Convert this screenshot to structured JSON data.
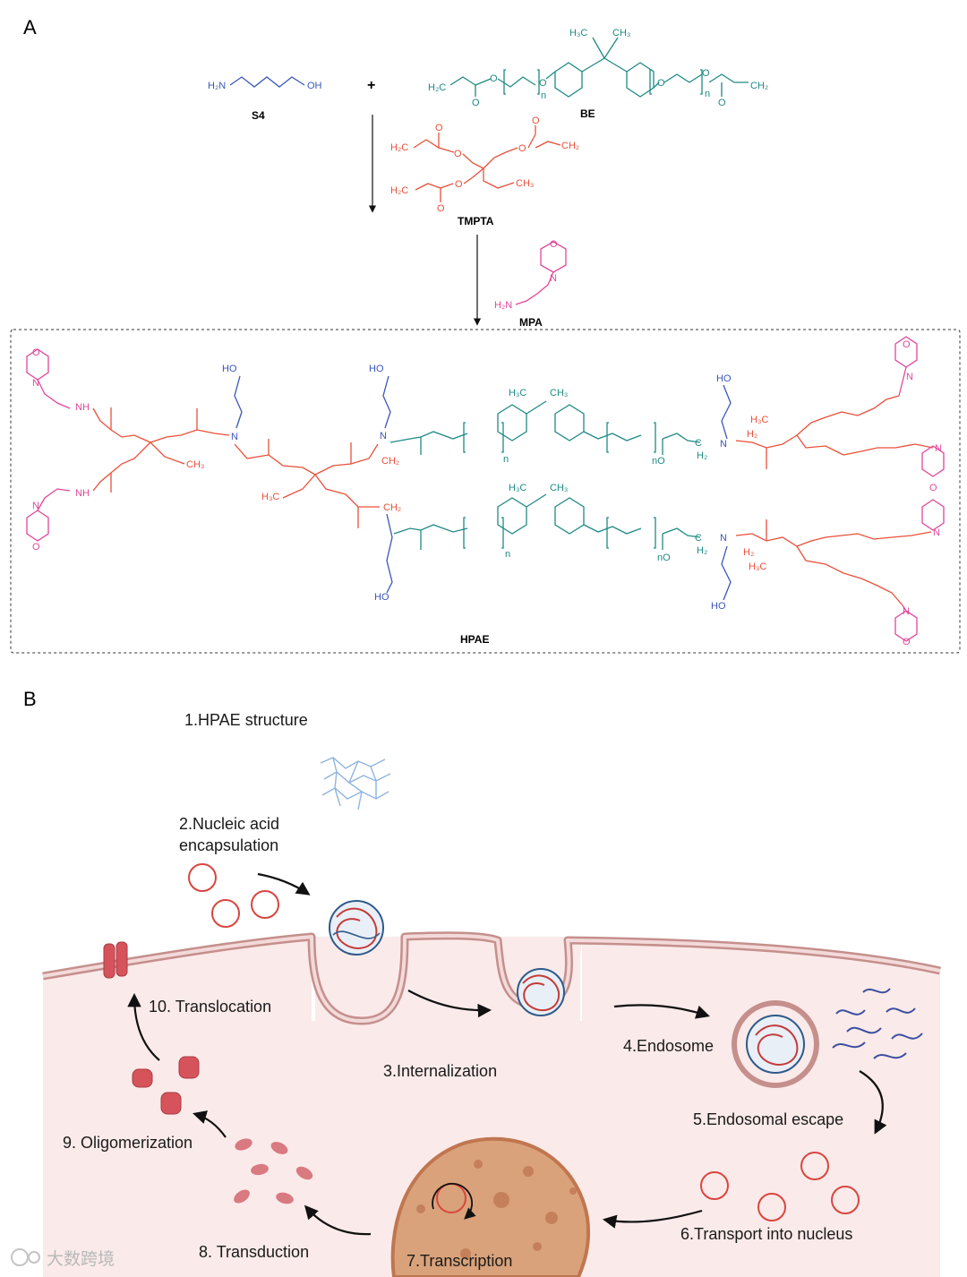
{
  "panels": {
    "a": "A",
    "b": "B"
  },
  "reagents": {
    "s4": {
      "label": "S4",
      "h2n": "H₂N",
      "oh": "OH"
    },
    "plus": "+",
    "be": {
      "label": "BE",
      "h3c": "H₃C",
      "ch3": "CH₃",
      "h2c": "H₂C",
      "ch2": "CH₂",
      "o": "O",
      "n": "n"
    },
    "tmpta": {
      "label": "TMPTA",
      "h2c": "H₂C",
      "ch2": "CH₂",
      "ch3": "CH₃",
      "o": "O"
    },
    "mpa": {
      "label": "MPA",
      "h2n": "H₂N",
      "n": "N",
      "o": "O"
    },
    "hpae": {
      "label": "HPAE",
      "ho": "HO",
      "nh": "NH",
      "n": "N",
      "o": "O",
      "ch2": "CH₂",
      "ch3": "CH₃",
      "h3c": "H₃C",
      "h2": "H₂",
      "c": "C",
      "n_sub": "n",
      "no_sub": "nO"
    }
  },
  "steps": {
    "s1": "1.HPAE structure",
    "s2a": "2.Nucleic acid",
    "s2b": "encapsulation",
    "s3": "3.Internalization",
    "s4": "4.Endosome",
    "s5": "5.Endosomal escape",
    "s6": "6.Transport into nucleus",
    "s7": "7.Transcription",
    "s8": "8. Transduction",
    "s9": "9. Oligomerization",
    "s10": "10. Translocation"
  },
  "watermark": "大数跨境",
  "colors": {
    "s4_blue": "#3a56b8",
    "be_teal": "#1f8a84",
    "tmpta_red": "#e8503a",
    "mpa_pink": "#e0479a",
    "cell_fill": "#fbeaea",
    "membrane": "#c58f8c",
    "nucleus": "#d9a27a",
    "protein": "#d7535b"
  }
}
